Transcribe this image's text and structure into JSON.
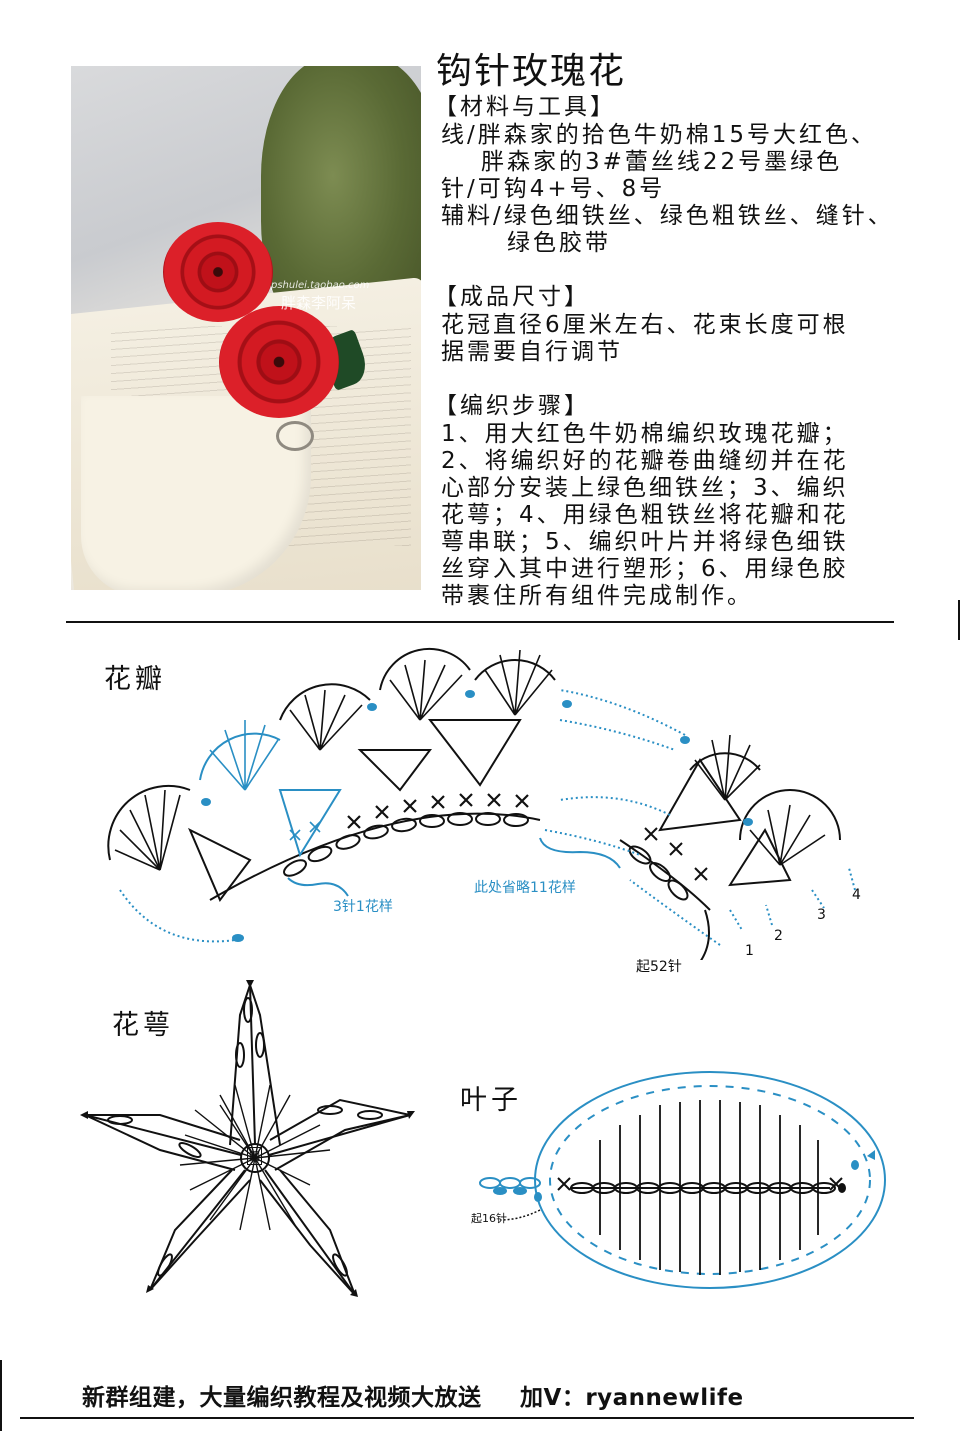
{
  "title": "钩针玫瑰花",
  "photo": {
    "alt": "Two red crochet roses on an open book with a ring",
    "watermark_url": "pshulei.taobao.com",
    "watermark_brand": "胖森李阿呆",
    "colors": {
      "rose_red": "#c8161e",
      "leaf_green": "#1f4a26",
      "vase_green": "#5a6a35"
    }
  },
  "materials": {
    "heading": "【材料与工具】",
    "lines": [
      "线/胖森家的拾色牛奶棉15号大红色、",
      "胖森家的3#蕾丝线22号墨绿色",
      "针/可钩4+号、8号",
      "辅料/绿色细铁丝、绿色粗铁丝、缝针、",
      "绿色胶带"
    ]
  },
  "size": {
    "heading": "【成品尺寸】",
    "lines": [
      "花冠直径6厘米左右、花束长度可根",
      "据需要自行调节"
    ]
  },
  "steps": {
    "heading": "【编织步骤】",
    "lines": [
      "1、用大红色牛奶棉编织玫瑰花瓣；",
      "2、将编织好的花瓣卷曲缝纫并在花",
      "心部分安装上绿色细铁丝；3、编织",
      "花萼；4、用绿色粗铁丝将花瓣和花",
      "萼串联；5、编织叶片并将绿色细铁",
      "丝穿入其中进行塑形；6、用绿色胶",
      "带裹住所有组件完成制作。"
    ]
  },
  "diagrams": {
    "petal": {
      "label": "花瓣",
      "repeat_note": "3针1花样",
      "omitted_note": "此处省略11花样",
      "start_note": "起52针",
      "row_numbers": [
        "1",
        "2",
        "3",
        "4"
      ]
    },
    "sepal": {
      "label": "花萼",
      "center_mark": "圈"
    },
    "leaf": {
      "label": "叶子",
      "start_note": "起16针"
    },
    "colors": {
      "ink": "#111111",
      "accent_blue": "#2a8fc4"
    }
  },
  "footer": {
    "text": "新群组建，大量编织教程及视频大放送",
    "contact": "加V：ryannewlife"
  }
}
